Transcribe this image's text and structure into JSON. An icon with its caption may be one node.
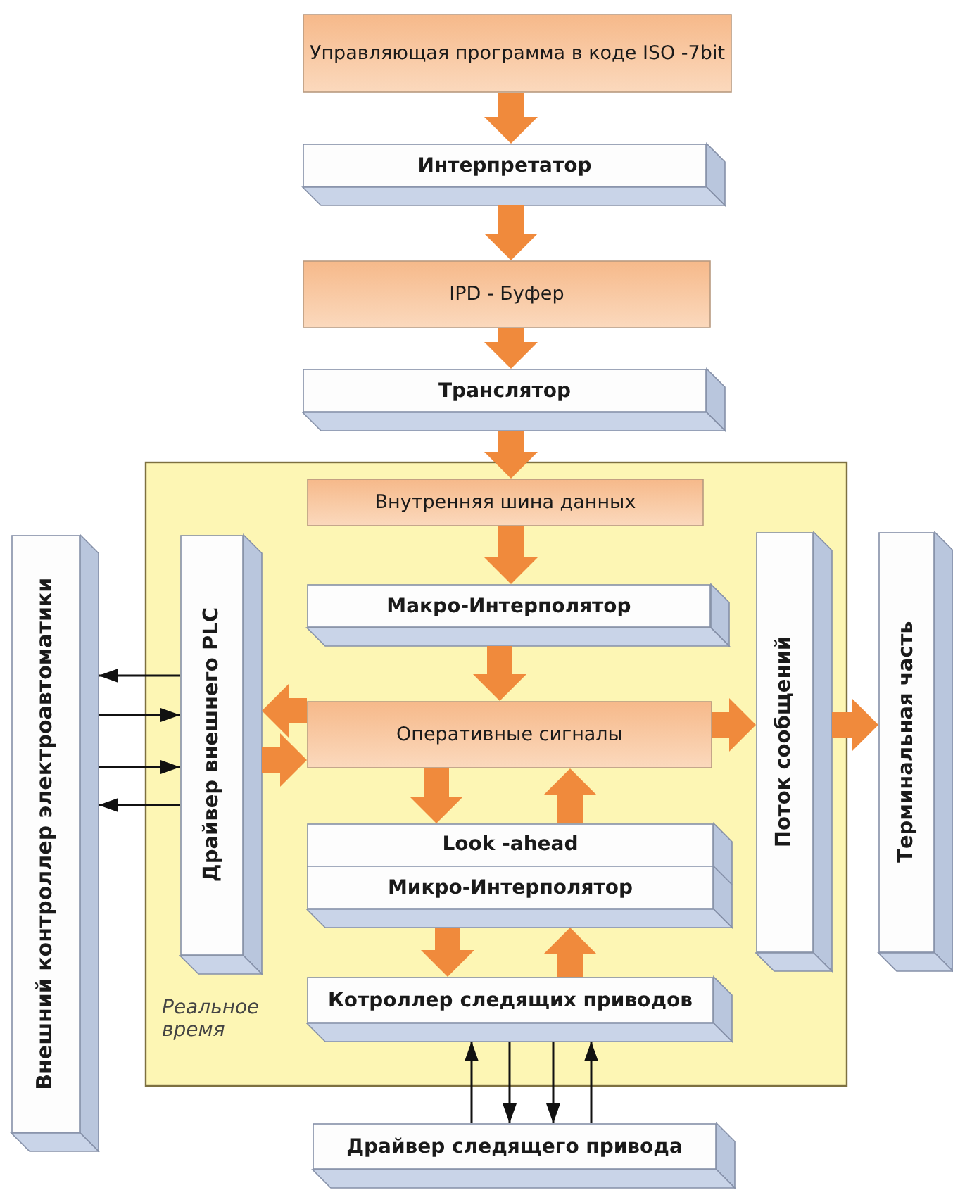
{
  "diagram": {
    "nodes": [
      {
        "text": [
          "Управляющая программа в коде ISO -7bit"
        ]
      },
      {
        "text": [
          "Интерпретатор"
        ]
      },
      {
        "text": [
          "IPD - Буфер"
        ]
      },
      {
        "text": [
          "Транслятор"
        ]
      },
      {
        "text": [
          "Реальное время"
        ]
      },
      {
        "text": [
          "Внутренняя шина данных"
        ],
        "in": 4
      },
      {
        "text": [
          "Драйвер внешнего PLC"
        ],
        "in": 4
      },
      {
        "text": [
          "Макро-Интерполятор"
        ],
        "in": 4
      },
      {
        "text": [
          "Оперативные сигналы"
        ],
        "in": 4
      },
      {
        "text": [
          "Поток сообщений"
        ],
        "in": 4
      },
      {
        "text": [
          "Look -ahead",
          "Микро-Интерполятор"
        ],
        "in": 4
      },
      {
        "text": [
          "Котроллер следящих приводов"
        ],
        "in": 4
      },
      {
        "text": [
          "Внешний контроллер электроавтоматики"
        ]
      },
      {
        "text": [
          "Терминальная часть"
        ]
      },
      {
        "text": [
          "Драйвер следящего привода"
        ]
      }
    ],
    "edges": [
      {
        "from": 0,
        "to": 1,
        "arrow": "to",
        "color": "#f08a3c"
      },
      {
        "from": 1,
        "to": 2,
        "arrow": "to",
        "color": "#f08a3c"
      },
      {
        "from": 2,
        "to": 3,
        "arrow": "to",
        "color": "#f08a3c"
      },
      {
        "from": 3,
        "to": 5,
        "arrow": "to",
        "color": "#f08a3c"
      },
      {
        "from": 5,
        "to": 7,
        "arrow": "to",
        "color": "#f08a3c"
      },
      {
        "from": 7,
        "to": 8,
        "arrow": "to",
        "color": "#f08a3c"
      },
      {
        "from": 8,
        "to": 6,
        "arrow": "to",
        "color": "#f08a3c"
      },
      {
        "from": 6,
        "to": 8,
        "arrow": "to",
        "color": "#f08a3c"
      },
      {
        "from": 8,
        "to": 9,
        "arrow": "to",
        "color": "#f08a3c"
      },
      {
        "from": 9,
        "to": 13,
        "arrow": "to",
        "color": "#f08a3c"
      },
      {
        "from": 8,
        "to": 10,
        "arrow": "to",
        "color": "#f08a3c"
      },
      {
        "from": 10,
        "to": 8,
        "arrow": "to",
        "color": "#f08a3c"
      },
      {
        "from": 10,
        "to": 11,
        "arrow": "to",
        "color": "#f08a3c"
      },
      {
        "from": 11,
        "to": 10,
        "arrow": "to",
        "color": "#f08a3c"
      },
      {
        "from": 6,
        "to": 12,
        "arrow": "to",
        "color": "#111111"
      },
      {
        "from": 12,
        "to": 6,
        "arrow": "to",
        "color": "#111111"
      },
      {
        "from": 12,
        "to": 6,
        "arrow": "to",
        "color": "#111111"
      },
      {
        "from": 6,
        "to": 12,
        "arrow": "to",
        "color": "#111111"
      },
      {
        "from": 14,
        "to": 11,
        "arrow": "to",
        "color": "#111111"
      },
      {
        "from": 11,
        "to": 14,
        "arrow": "to",
        "color": "#111111"
      },
      {
        "from": 11,
        "to": 14,
        "arrow": "to",
        "color": "#111111"
      },
      {
        "from": 14,
        "to": 11,
        "arrow": "to",
        "color": "#111111"
      }
    ]
  }
}
